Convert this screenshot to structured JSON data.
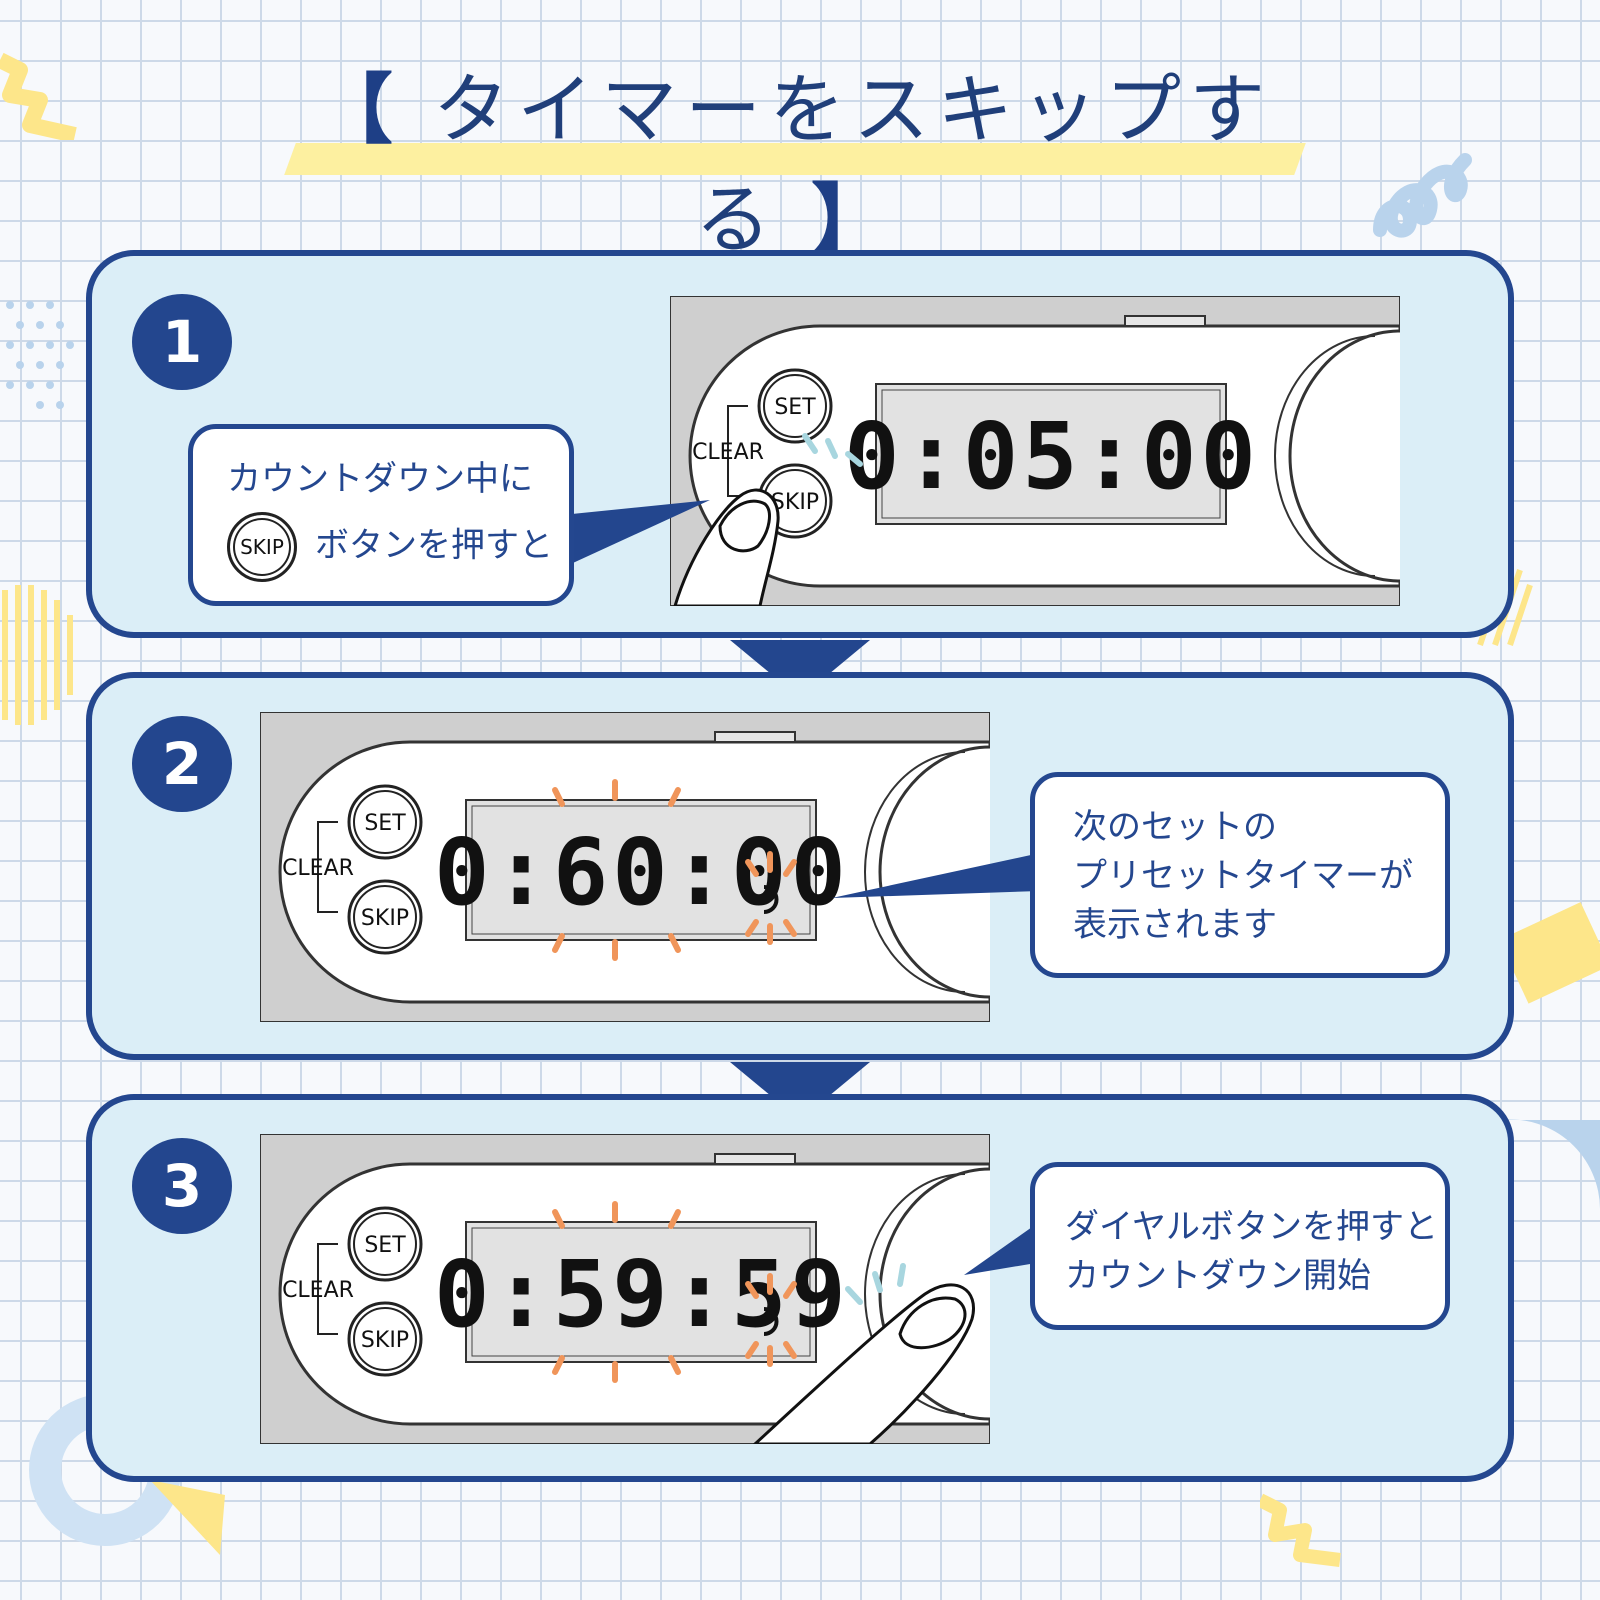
{
  "title": {
    "open_bracket": "【",
    "text": "タイマーをスキップする",
    "close_bracket": "】"
  },
  "steps": [
    {
      "number": "1",
      "device": {
        "set": "SET",
        "clear": "CLEAR",
        "skip": "SKIP",
        "display": "0:05:00"
      },
      "bubble": {
        "line1": "カウントダウン中に",
        "chip": "SKIP",
        "line2": "ボタンを押すと"
      }
    },
    {
      "number": "2",
      "device": {
        "set": "SET",
        "clear": "CLEAR",
        "skip": "SKIP",
        "display": "0:60:00"
      },
      "bubble": {
        "line1": "次のセットの",
        "line2": "プリセットタイマーが",
        "line3": "表示されます"
      }
    },
    {
      "number": "3",
      "device": {
        "set": "SET",
        "clear": "CLEAR",
        "skip": "SKIP",
        "display": "0:59:59"
      },
      "bubble": {
        "line1": "ダイヤルボタンを押すと",
        "line2": "カウントダウン開始"
      }
    }
  ],
  "colors": {
    "navy": "#23468e",
    "card_bg": "#dbeef7",
    "flash": "#f0955a",
    "tap": "#a8d6df",
    "highlight": "#fdf0a0"
  }
}
